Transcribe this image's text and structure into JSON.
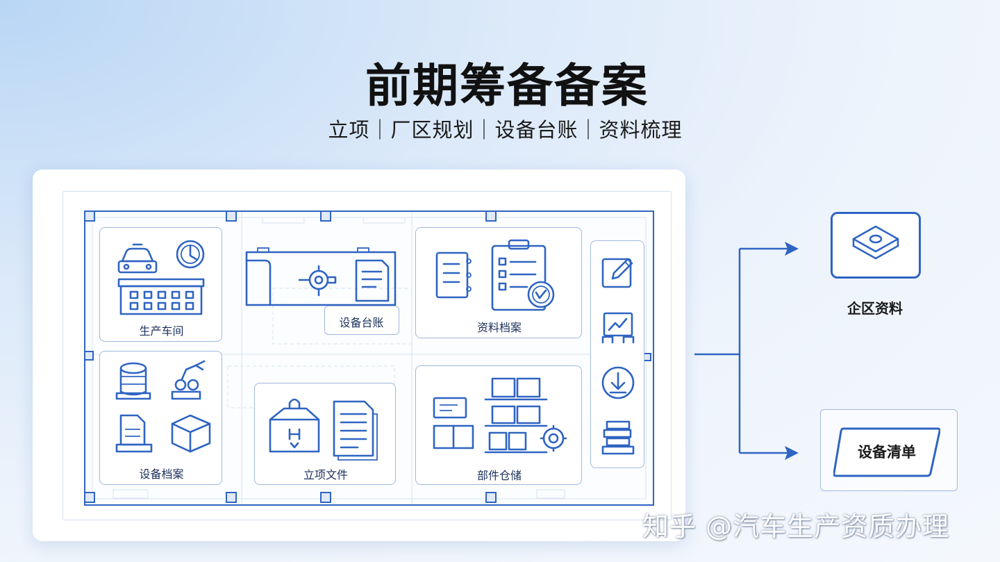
{
  "header": {
    "title": "前期筹备备案",
    "subtitle": "立项｜厂区规划｜设备台账｜资料梳理"
  },
  "floor_plan": {
    "rooms": [
      {
        "label": "生产车间",
        "icons": [
          "car-icon",
          "clock-icon",
          "factory-icon"
        ]
      },
      {
        "label": "设备台账",
        "icons": [
          "machine-icon",
          "valve-icon",
          "document-icon"
        ]
      },
      {
        "label": "资料档案",
        "icons": [
          "notebook-icon",
          "clipboard-checklist-icon",
          "verified-badge-icon"
        ]
      },
      {
        "label": "设备档案",
        "icons": [
          "storage-tank-icon",
          "robot-arm-icon",
          "printer-document-icon",
          "box-icon"
        ]
      },
      {
        "label": "立项文件",
        "icons": [
          "locked-box-icon",
          "document-stack-icon"
        ]
      },
      {
        "label": "部件仓储",
        "icons": [
          "cart-icon",
          "shelf-boxes-icon",
          "gear-icon"
        ]
      }
    ],
    "tools": [
      "edit-icon",
      "chart-icon",
      "download-icon",
      "stack-icon"
    ]
  },
  "flow": {
    "top_node": {
      "label": "企区资料",
      "icon": "layers-icon"
    },
    "bottom_node": {
      "label": "设备清单"
    }
  },
  "watermark": "知乎 @汽车生产资质办理",
  "colors": {
    "accent": "#2f64c2",
    "room_border": "#9fb8dc"
  }
}
